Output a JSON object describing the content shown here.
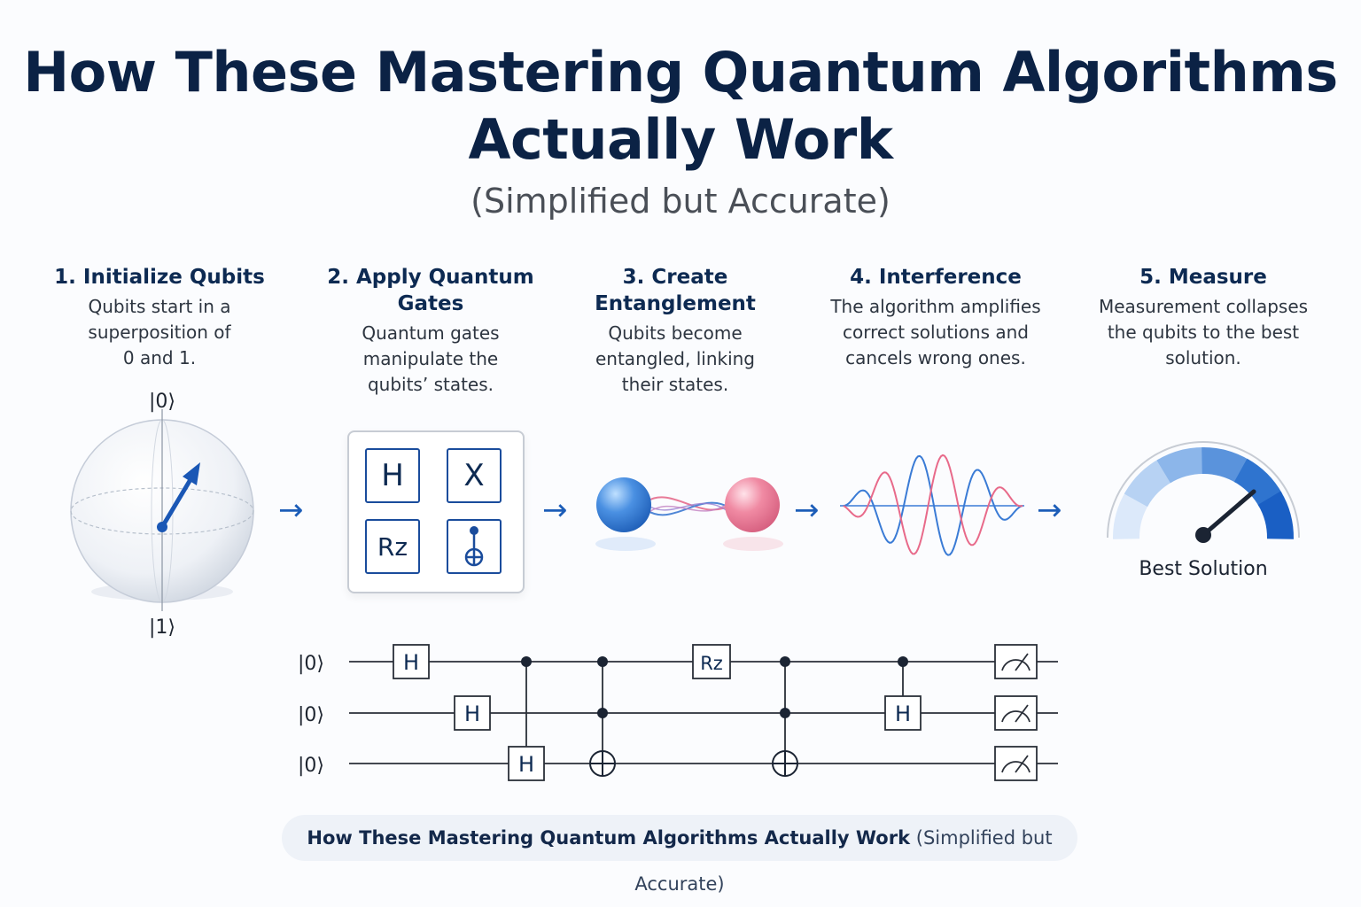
{
  "header": {
    "title_line1": "How These Mastering Quantum Algorithms",
    "title_line2": "Actually Work",
    "subtitle": "(Simplified but Accurate)"
  },
  "steps": [
    {
      "title": "1. Initialize Qubits",
      "desc": [
        "Qubits start in a",
        "superposition of",
        "0 and 1."
      ]
    },
    {
      "title": [
        "2. Apply Quantum",
        "Gates"
      ],
      "desc": [
        "Quantum gates",
        "manipulate the",
        "qubits’ states."
      ]
    },
    {
      "title": [
        "3. Create",
        "Entanglement"
      ],
      "desc": [
        "Qubits become",
        "entangled, linking",
        "their states."
      ]
    },
    {
      "title": "4. Interference",
      "desc": [
        "The algorithm amplifies",
        "correct solutions and",
        "cancels wrong ones."
      ]
    },
    {
      "title": "5. Measure",
      "desc": [
        "Measurement collapses",
        "the qubits to the best",
        "solution."
      ]
    }
  ],
  "arrows": [
    "→",
    "→",
    "→",
    "→"
  ],
  "bloch": {
    "top_label": "|0⟩",
    "bottom_label": "|1⟩"
  },
  "gates_panel": [
    "H",
    "X",
    "Rz",
    "CNOT"
  ],
  "gauge": {
    "label": "Best Solution",
    "colors": [
      "#dce9fa",
      "#b7d2f3",
      "#8cb6ea",
      "#5a93dc",
      "#2f74cf",
      "#1a5fc4"
    ]
  },
  "circuit": {
    "qubit_labels": [
      "|0⟩",
      "|0⟩",
      "|0⟩"
    ],
    "gate_labels": {
      "h": "H",
      "rz": "Rz"
    }
  },
  "footer": {
    "bold": "How These Mastering Quantum Algorithms Actually Work",
    "light": "(Simplified but Accurate)"
  },
  "colors": {
    "navy": "#0b2245",
    "accent_blue": "#1c5db8",
    "wave_blue": "#3a7bd5",
    "wave_pink": "#e86a8a"
  }
}
